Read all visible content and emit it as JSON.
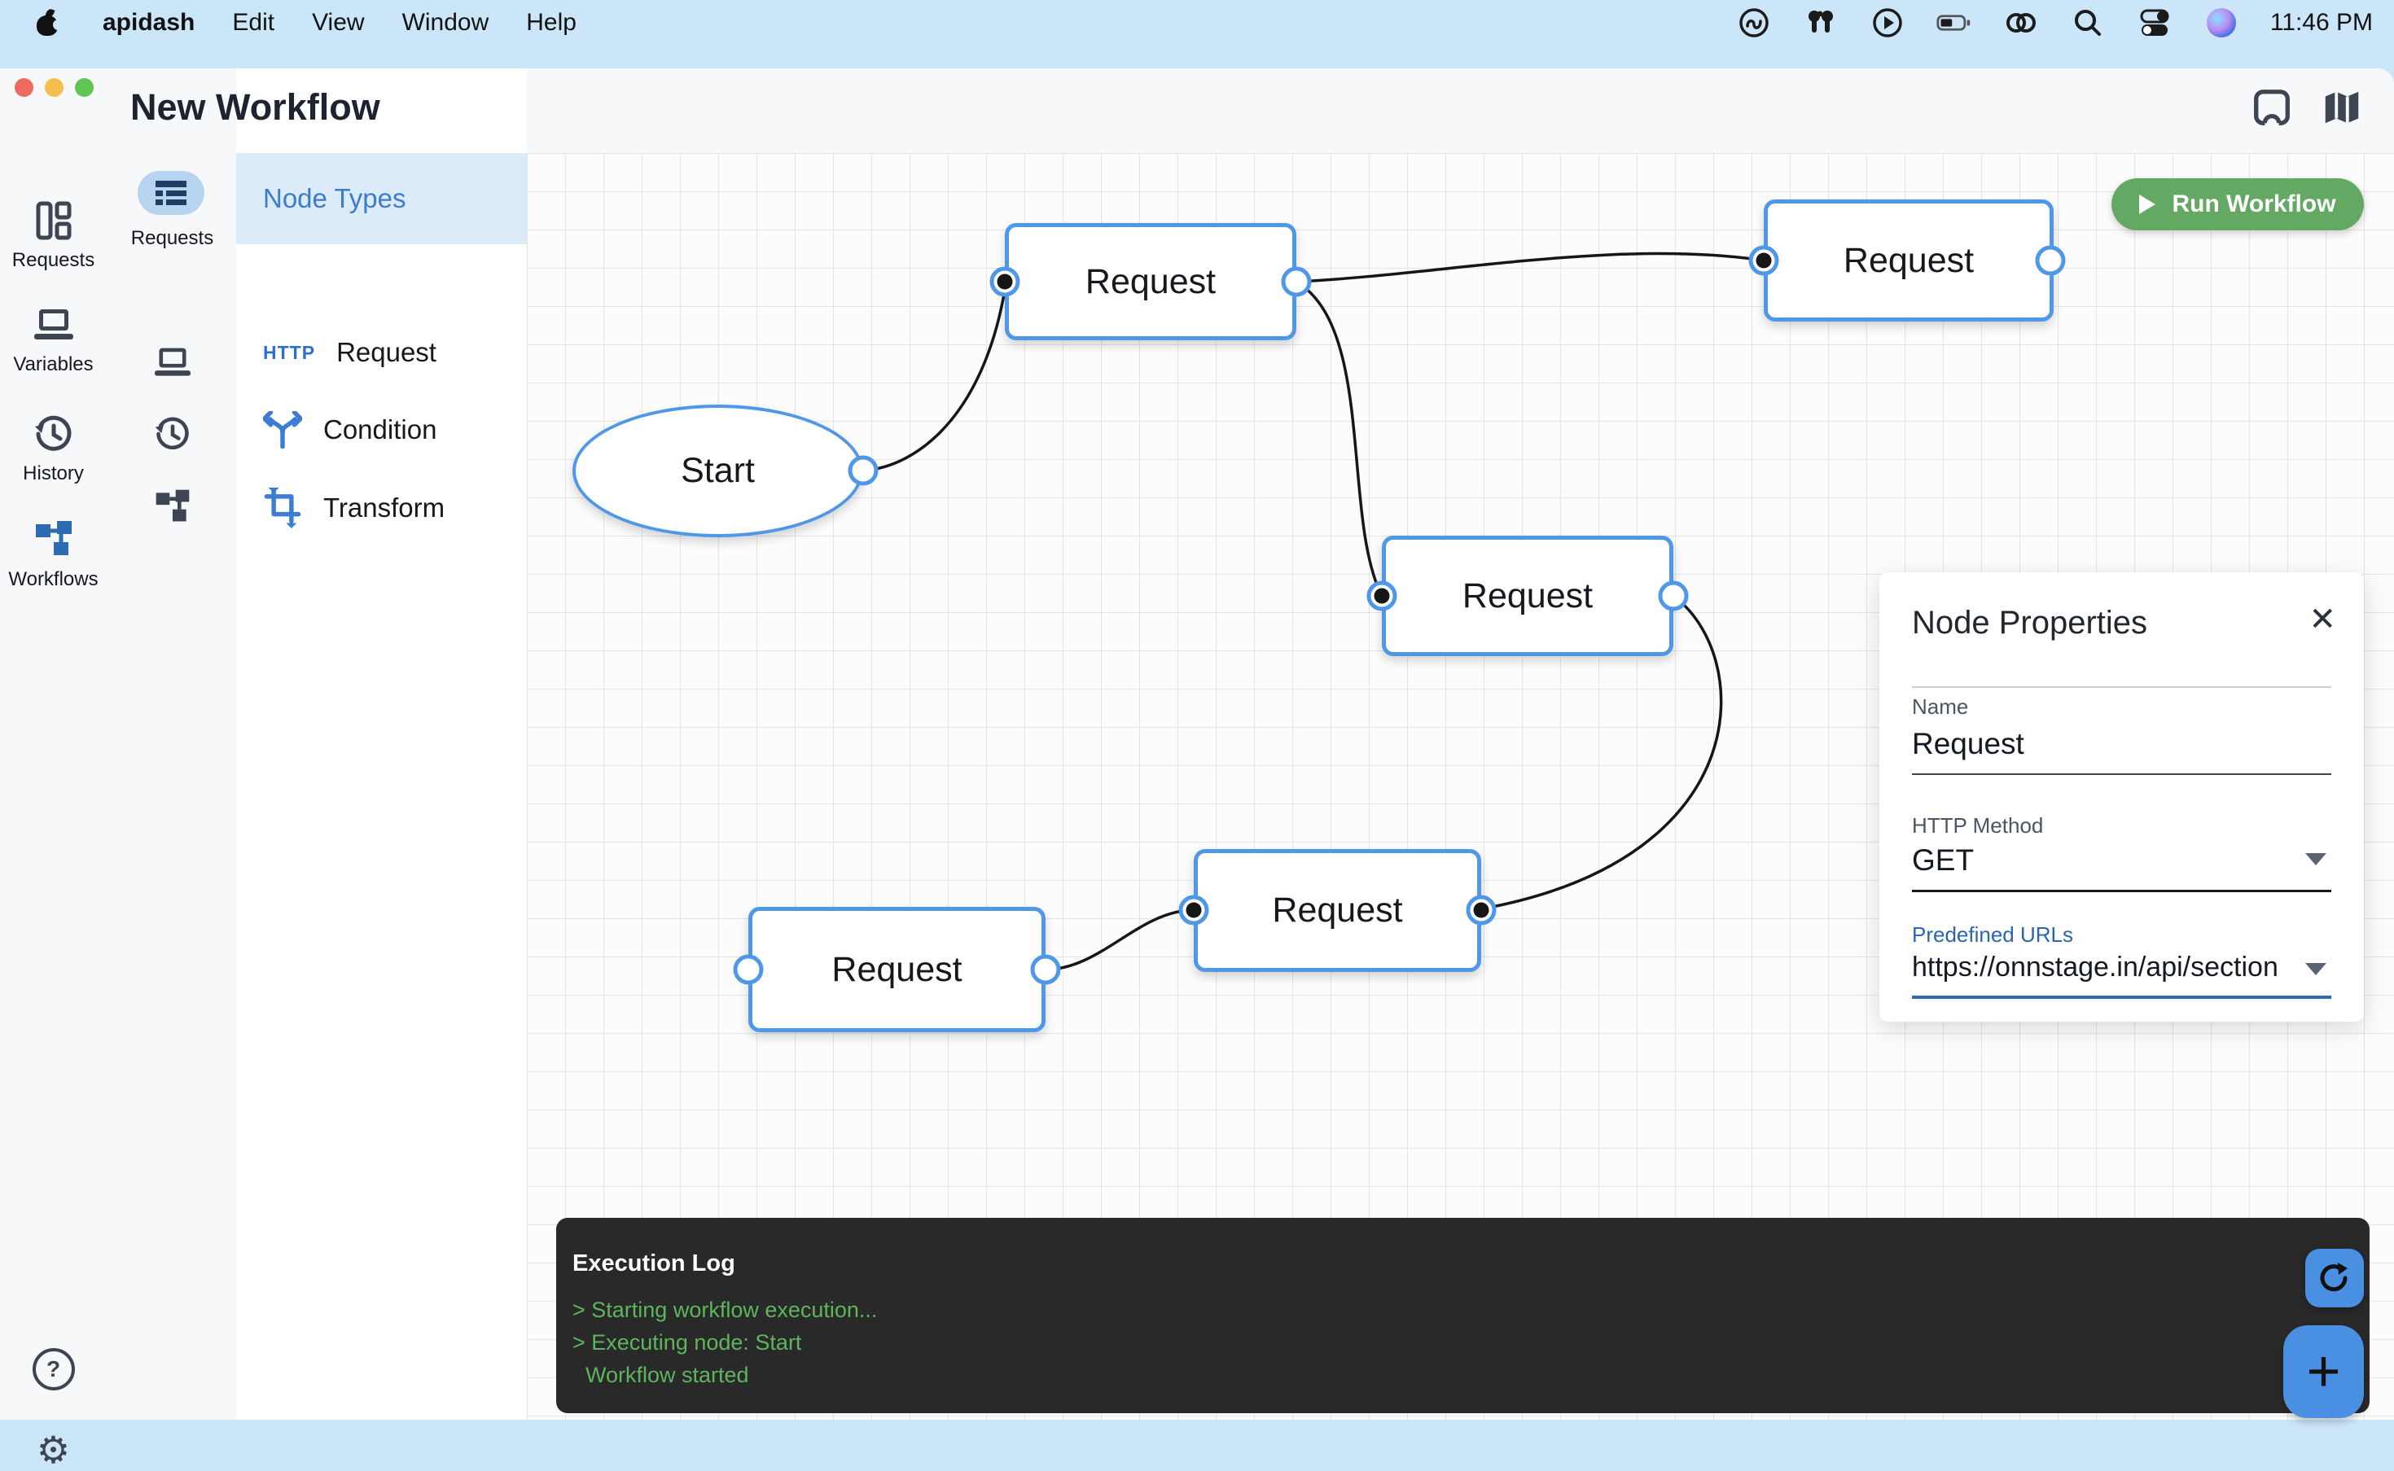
{
  "menubar": {
    "app_name": "apidash",
    "items": [
      "Edit",
      "View",
      "Window",
      "Help"
    ],
    "status_icons": [
      "creative-cloud",
      "airpods",
      "play-circle",
      "battery",
      "linked-rings",
      "search",
      "control-center",
      "siri"
    ],
    "time": "11:46 PM"
  },
  "window": {
    "title": "New Workflow"
  },
  "nav_rail": {
    "items": [
      {
        "label": "Requests"
      },
      {
        "label": "Variables"
      },
      {
        "label": "History"
      },
      {
        "label": "Workflows"
      }
    ],
    "active": "Workflows",
    "help": "?"
  },
  "sub_rail": {
    "active_label": "Requests"
  },
  "node_types_panel": {
    "title": "Node Types",
    "items": [
      {
        "badge": "HTTP",
        "label": "Request"
      },
      {
        "badge": "",
        "label": "Condition"
      },
      {
        "badge": "",
        "label": "Transform"
      }
    ]
  },
  "canvas": {
    "nodes": [
      {
        "id": "start",
        "label": "Start",
        "shape": "ellipse"
      },
      {
        "id": "request-1",
        "label": "Request",
        "shape": "rect"
      },
      {
        "id": "request-2",
        "label": "Request",
        "shape": "rect"
      },
      {
        "id": "request-3",
        "label": "Request",
        "shape": "rect"
      },
      {
        "id": "request-4",
        "label": "Request",
        "shape": "rect"
      },
      {
        "id": "request-5",
        "label": "Request",
        "shape": "rect"
      }
    ],
    "run_button": {
      "label": "Run Workflow"
    }
  },
  "properties_panel": {
    "title": "Node Properties",
    "close": "✕",
    "name_label": "Name",
    "name_value": "Request",
    "method_label": "HTTP Method",
    "method_value": "GET",
    "urls_label": "Predefined URLs",
    "urls_value": "https://onnstage.in/api/section"
  },
  "execution_log": {
    "title": "Execution Log",
    "lines": [
      "> Starting workflow execution...",
      "> Executing node: Start",
      "Workflow started"
    ]
  },
  "fab": {
    "add": "+"
  },
  "colors": {
    "node_border": "#4f98e8",
    "run_green": "#63a963",
    "log_green": "#5db55d",
    "accent_blue": "#4a90e2",
    "link_blue": "#2a65ae"
  }
}
